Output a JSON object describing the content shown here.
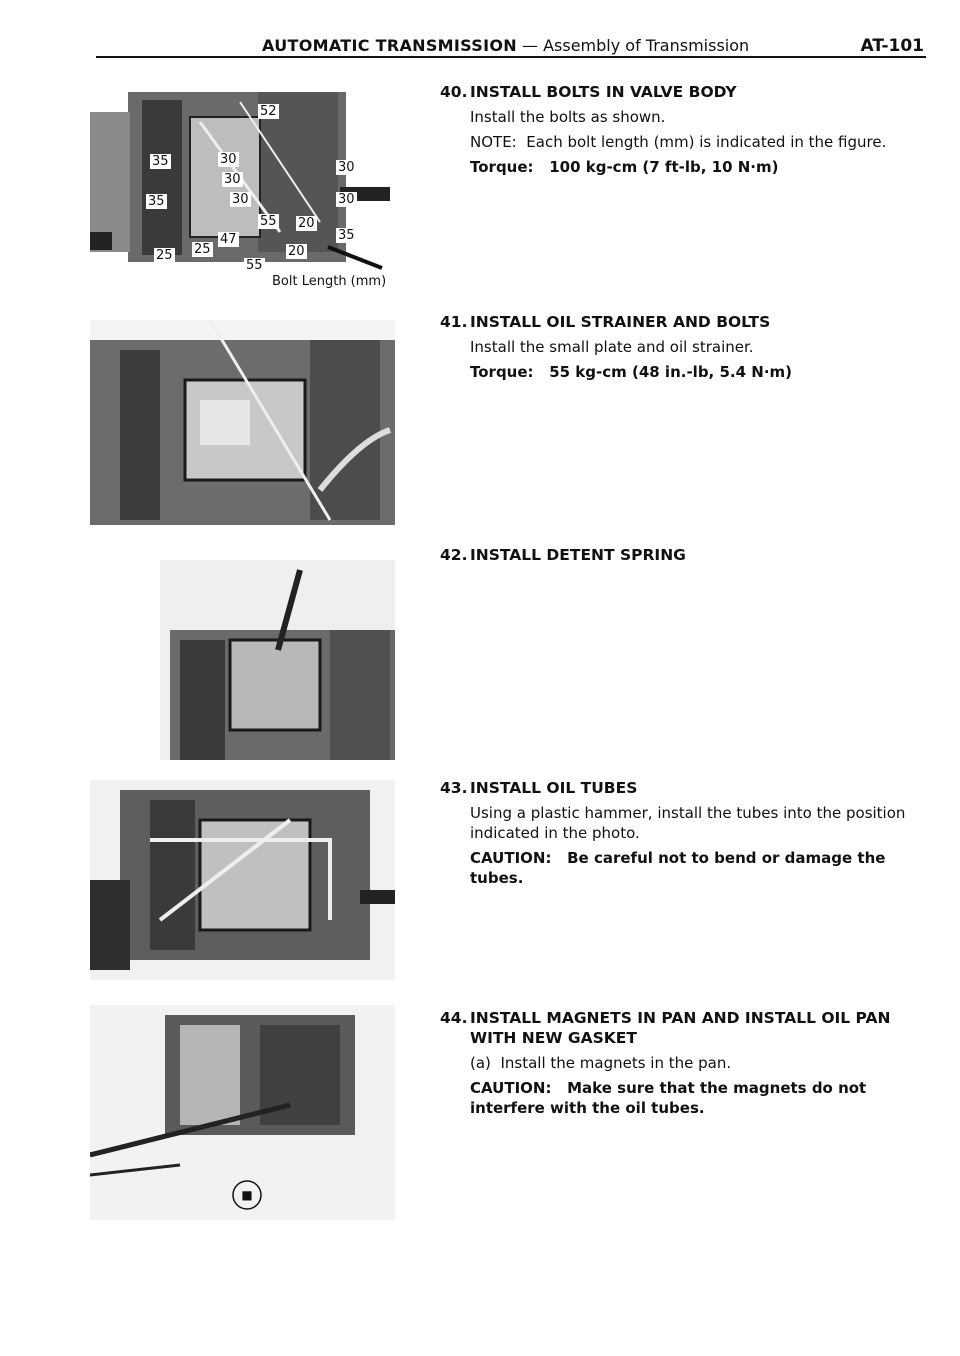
{
  "header": {
    "title_main": "AUTOMATIC TRANSMISSION",
    "title_sub": " — Assembly of Transmission",
    "page_code": "AT-101"
  },
  "figure1": {
    "bolt_labels": [
      "52",
      "35",
      "30",
      "30",
      "30",
      "30",
      "30",
      "35",
      "55",
      "20",
      "47",
      "35",
      "25",
      "25",
      "20",
      "55"
    ],
    "caption": "Bolt Length (mm)"
  },
  "figure5": {
    "code_mark": "■"
  },
  "steps": [
    {
      "number": "40.",
      "title": "INSTALL BOLTS IN VALVE BODY",
      "lines": [
        {
          "text": "Install the bolts as shown."
        },
        {
          "label": "NOTE:",
          "text": "Each bolt length (mm) is indicated in the figure."
        },
        {
          "label": "Torque:",
          "text": "100 kg-cm (7 ft-lb, 10 N·m)"
        }
      ]
    },
    {
      "number": "41.",
      "title": "INSTALL OIL STRAINER AND BOLTS",
      "lines": [
        {
          "text": "Install the small plate and oil strainer."
        },
        {
          "label": "Torque:",
          "text": "55 kg-cm (48 in.-lb, 5.4 N·m)"
        }
      ]
    },
    {
      "number": "42.",
      "title": "INSTALL DETENT SPRING",
      "lines": []
    },
    {
      "number": "43.",
      "title": "INSTALL OIL TUBES",
      "lines": [
        {
          "text": "Using a plastic hammer, install the tubes into the position indicated in the photo."
        },
        {
          "label": "CAUTION:",
          "text": "Be careful not to bend or damage the tubes."
        }
      ]
    },
    {
      "number": "44.",
      "title": "INSTALL MAGNETS IN PAN AND INSTALL OIL PAN WITH NEW GASKET",
      "lines": [
        {
          "label": "(a)",
          "text": "Install the magnets in the pan."
        },
        {
          "label": "CAUTION:",
          "text": "Make sure that the magnets do not interfere with the oil tubes."
        }
      ]
    }
  ]
}
